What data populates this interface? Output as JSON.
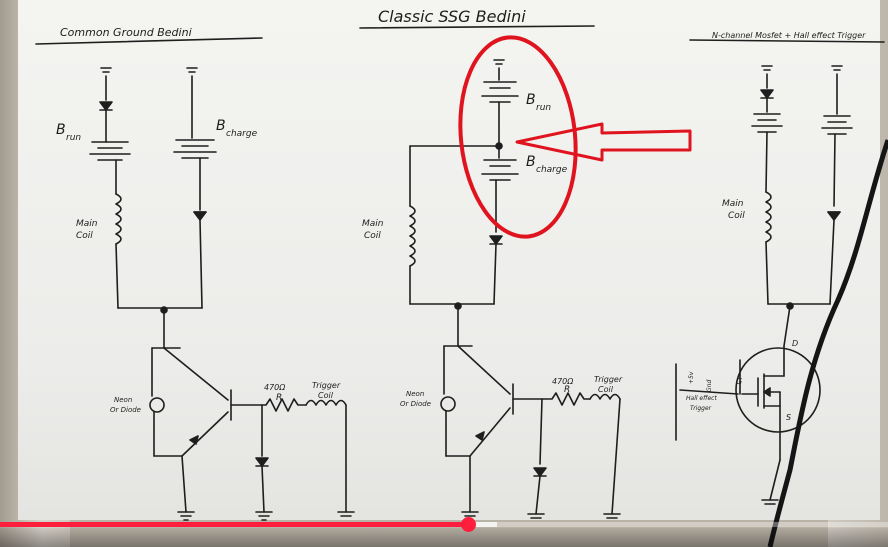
{
  "board": {
    "left_title": "Common Ground Bedini",
    "center_title": "Classic SSG Bedini",
    "right_title": "N-channel Mosfet + Hall effect Trigger"
  },
  "left_circuit": {
    "brun": "B",
    "brun_sub": "run",
    "bcharge": "B",
    "bcharge_sub": "charge",
    "main_coil": [
      "Main",
      "Coil"
    ],
    "neon": [
      "Neon",
      "Or Diode"
    ],
    "resistor": [
      "470Ω",
      "R"
    ],
    "trigger_coil": [
      "Trigger",
      "Coil"
    ]
  },
  "center_circuit": {
    "brun": "B",
    "brun_sub": "run",
    "bcharge": "B",
    "bcharge_sub": "charge",
    "main_coil": [
      "Main",
      "Coil"
    ],
    "neon": [
      "Neon",
      "Or Diode"
    ],
    "resistor": [
      "470Ω",
      "R"
    ],
    "trigger_coil": [
      "Trigger",
      "Coil"
    ]
  },
  "right_circuit": {
    "main_coil": [
      "Main",
      "Coil"
    ],
    "hall_labels": [
      "+5v",
      "Gnd",
      "Hall effect",
      "Trigger"
    ],
    "gate": "G",
    "drain": "D",
    "source": "S"
  },
  "colors": {
    "ink": "#1e1e1e",
    "highlight_red": "#e0141e",
    "progress_played": "#ff1f3d"
  },
  "video": {
    "progress_played_fraction": 0.527,
    "progress_buffered_fraction": 0.56
  }
}
